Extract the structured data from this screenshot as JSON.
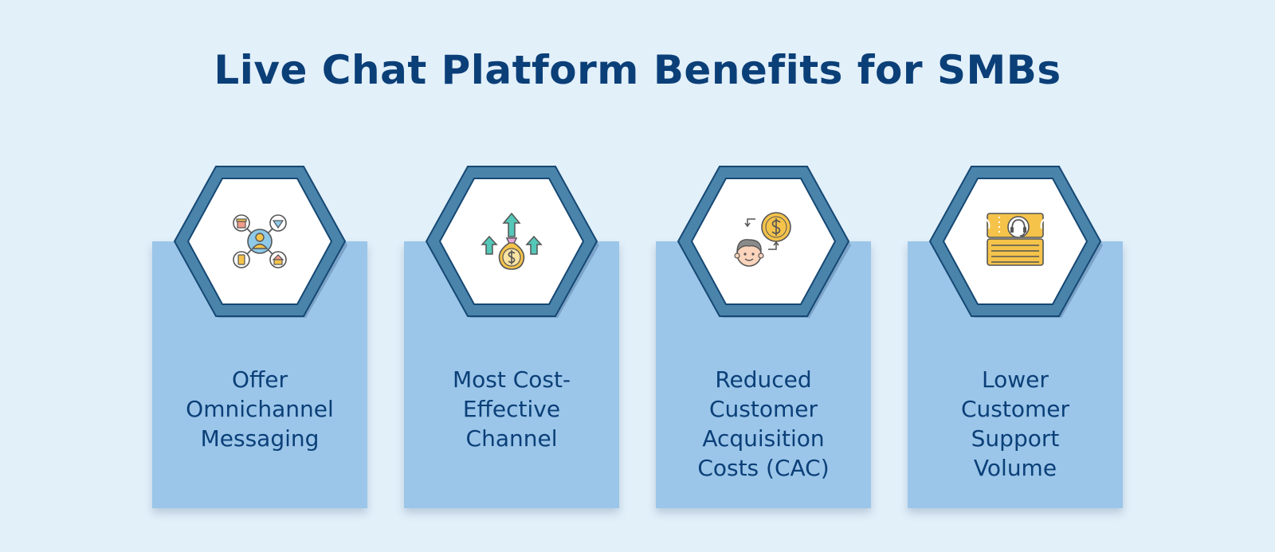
{
  "title": "Live Chat Platform Benefits for SMBs",
  "colors": {
    "background": "#e2f0fa",
    "title": "#0b3f78",
    "card": "#9bc6e9",
    "hex_border": "#4a84ab",
    "hex_fill": "#ffffff",
    "label": "#0b3f78"
  },
  "benefits": [
    {
      "label": "Offer\nOmnichannel\nMessaging",
      "icon": "omnichannel-network-icon"
    },
    {
      "label": "Most Cost-\nEffective\nChannel",
      "icon": "money-bag-arrows-icon"
    },
    {
      "label": "Reduced\nCustomer\nAcquisition\nCosts (CAC)",
      "icon": "customer-coin-exchange-icon"
    },
    {
      "label": "Lower\nCustomer\nSupport\nVolume",
      "icon": "support-ticket-headset-icon"
    }
  ]
}
